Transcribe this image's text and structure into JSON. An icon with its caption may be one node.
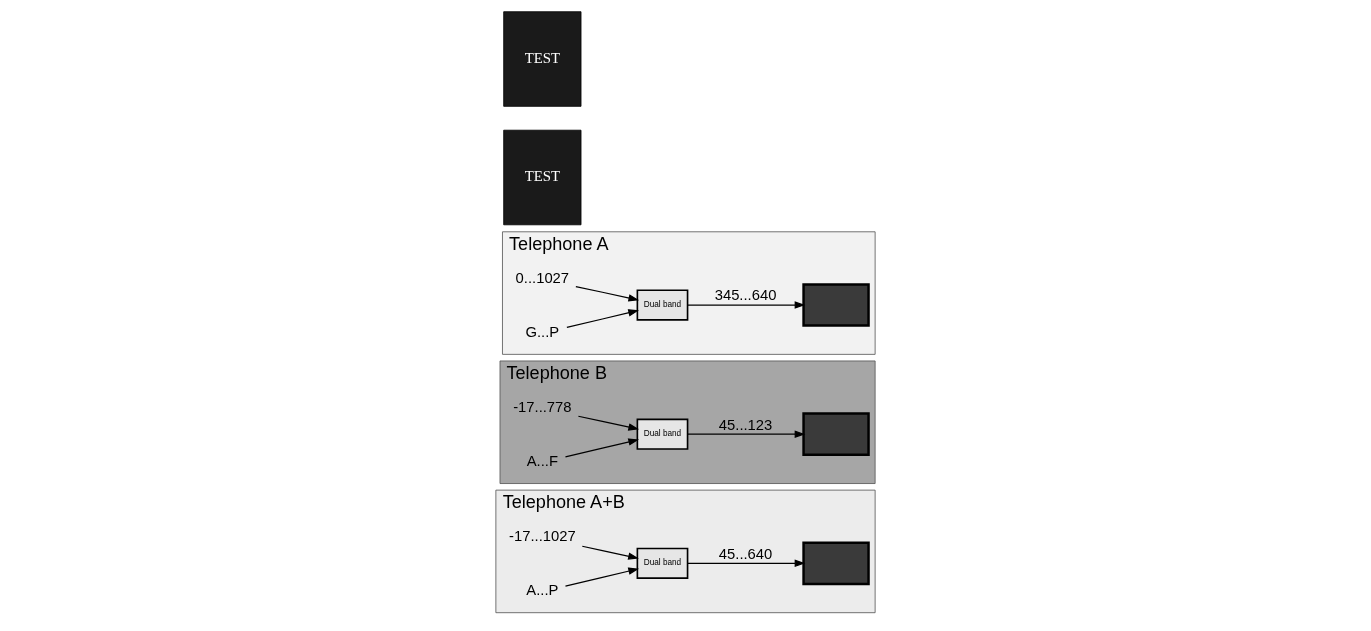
{
  "diagram": {
    "nodes": [
      {
        "text": [
          "TEST"
        ]
      },
      {
        "text": [
          "TEST"
        ]
      },
      {
        "text": [
          "Telephone A"
        ]
      },
      {
        "text": [
          "0...1027"
        ],
        "in": 2
      },
      {
        "text": [
          "G...P"
        ],
        "in": 2
      },
      {
        "text": [
          "Dual band"
        ],
        "in": 2
      },
      {
        "text": [],
        "shape": "box",
        "in": 2
      },
      {
        "text": [
          "Telephone B"
        ]
      },
      {
        "text": [
          "-17...778"
        ],
        "in": 7
      },
      {
        "text": [
          "A...F"
        ],
        "in": 7
      },
      {
        "text": [
          "Dual band"
        ],
        "in": 7
      },
      {
        "text": [],
        "shape": "box",
        "in": 7
      },
      {
        "text": [
          "Telephone A+B"
        ]
      },
      {
        "text": [
          "-17...1027"
        ],
        "in": 12
      },
      {
        "text": [
          "A...P"
        ],
        "in": 12
      },
      {
        "text": [
          "Dual band"
        ],
        "in": 12
      },
      {
        "text": [],
        "shape": "box",
        "in": 12
      }
    ],
    "edges": [
      {
        "from": 3,
        "to": 5,
        "arrow": "to"
      },
      {
        "from": 4,
        "to": 5,
        "arrow": "to"
      },
      {
        "from": 5,
        "to": 6,
        "arrow": "to",
        "label": "345...640"
      },
      {
        "from": 8,
        "to": 10,
        "arrow": "to"
      },
      {
        "from": 9,
        "to": 10,
        "arrow": "to"
      },
      {
        "from": 10,
        "to": 11,
        "arrow": "to",
        "label": "45...123"
      },
      {
        "from": 13,
        "to": 15,
        "arrow": "to"
      },
      {
        "from": 14,
        "to": 15,
        "arrow": "to"
      },
      {
        "from": 15,
        "to": 16,
        "arrow": "to",
        "label": "45...640"
      }
    ]
  }
}
